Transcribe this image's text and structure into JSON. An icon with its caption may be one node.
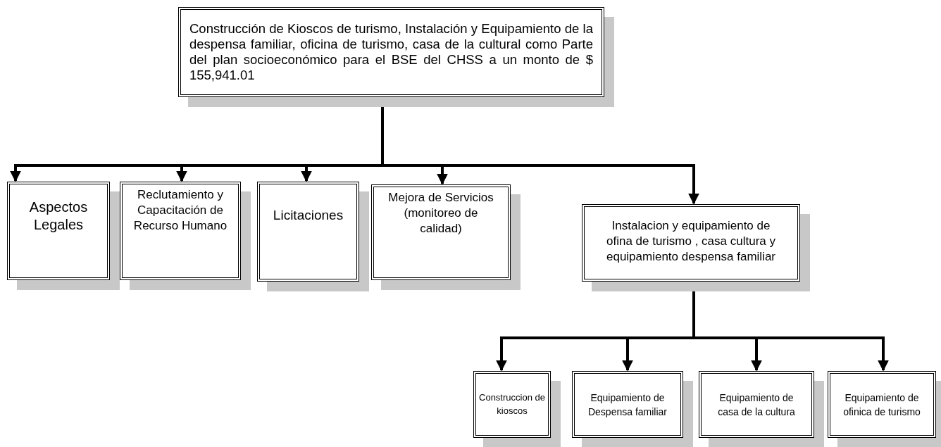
{
  "diagram": {
    "nodes": [
      {
        "text": [
          "Construcción de Kioscos de turismo, Instalación  y Equipamiento de la despensa familiar, oficina de turismo, casa de la cultural como Parte del plan socioeconómico para el BSE del CHSS a un monto de $ 155,941.01"
        ]
      },
      {
        "text": [
          "Aspectos Legales"
        ]
      },
      {
        "text": [
          "Reclutamiento y Capacitación de Recurso Humano"
        ]
      },
      {
        "text": [
          "Licitaciones"
        ]
      },
      {
        "text": [
          "Mejora de Servicios (monitoreo de calidad)"
        ]
      },
      {
        "text": [
          "Instalacion y equipamiento de ofina de turismo , casa cultura y equipamiento despensa familiar"
        ]
      },
      {
        "text": [
          "Construccion de kioscos"
        ]
      },
      {
        "text": [
          "Equipamiento de Despensa familiar"
        ]
      },
      {
        "text": [
          "Equipamiento de casa de la cultura"
        ]
      },
      {
        "text": [
          "Equipamiento de ofinica de turismo"
        ]
      }
    ],
    "edges": [
      {
        "from": 0,
        "to": 1,
        "arrow": "to"
      },
      {
        "from": 0,
        "to": 2,
        "arrow": "to"
      },
      {
        "from": 0,
        "to": 3,
        "arrow": "to"
      },
      {
        "from": 0,
        "to": 4,
        "arrow": "to"
      },
      {
        "from": 0,
        "to": 5,
        "arrow": "to"
      },
      {
        "from": 5,
        "to": 6,
        "arrow": "to"
      },
      {
        "from": 5,
        "to": 7,
        "arrow": "to"
      },
      {
        "from": 5,
        "to": 8,
        "arrow": "to"
      },
      {
        "from": 5,
        "to": 9,
        "arrow": "to"
      }
    ]
  }
}
